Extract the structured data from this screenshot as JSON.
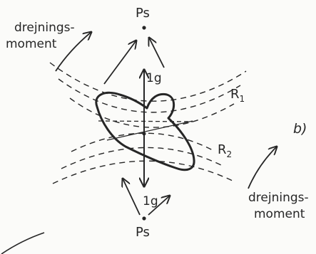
{
  "diagram": {
    "labels": {
      "top_pole": "Ps",
      "bottom_pole": "Ps",
      "upper_force": "1g",
      "lower_force": "1g",
      "upper_surface": "R",
      "upper_surface_index": "1",
      "lower_surface": "R",
      "lower_surface_index": "2",
      "moment_left_line1": "drejnings-",
      "moment_left_line2": "moment",
      "moment_right_line1": "drejnings-",
      "moment_right_line2": "moment",
      "corner_mark": "b)"
    },
    "colors": {
      "ink": "#262626",
      "paper": "#fbfbf9"
    },
    "icons": {
      "pole_point": "dot",
      "moment_arrow": "curved-arrow"
    }
  }
}
